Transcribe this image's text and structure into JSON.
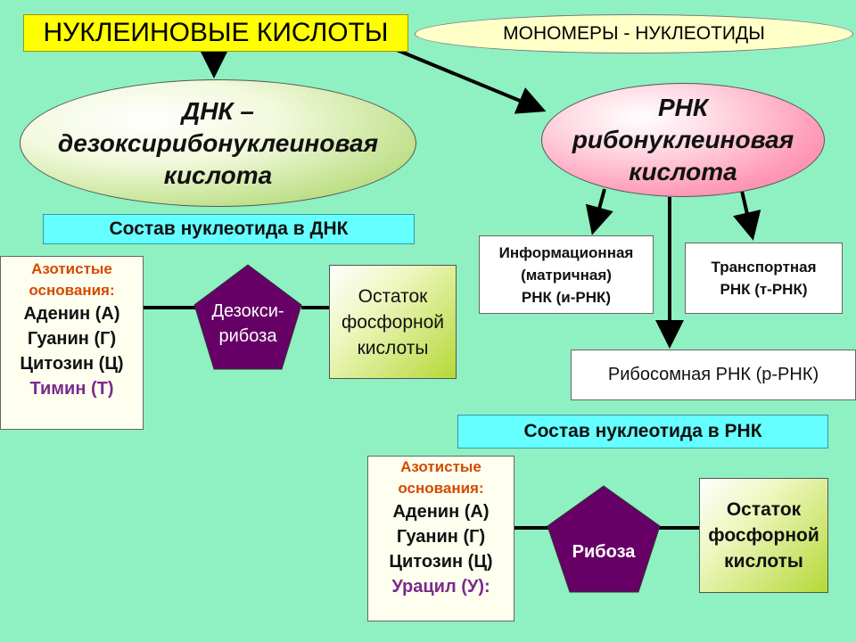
{
  "title": "НУКЛЕИНОВЫЕ КИСЛОТЫ",
  "monomers": "МОНОМЕРЫ - НУКЛЕОТИДЫ",
  "dna": {
    "line1": "ДНК –",
    "line2": "дезоксирибонуклеиновая",
    "line3": "кислота"
  },
  "rna": {
    "line1": "РНК",
    "line2": "рибонуклеиновая",
    "line3": "кислота"
  },
  "rna_types": {
    "informational": [
      "Информационная",
      "(матричная)",
      "РНК (и-РНК)"
    ],
    "transport": [
      "Транспортная",
      "РНК (т-РНК)"
    ],
    "ribosomal": "Рибосомная РНК (р-РНК)"
  },
  "dna_composition": {
    "title": "Состав нуклеотида в ДНК",
    "bases_header": [
      "Азотистые",
      "основания:"
    ],
    "bases": [
      "Аденин (А)",
      "Гуанин (Г)",
      "Цитозин (Ц)"
    ],
    "special_base": "Тимин (Т)",
    "sugar": [
      "Дезокси-",
      "рибоза"
    ],
    "phosphate": [
      "Остаток",
      "фосфорной",
      "кислоты"
    ]
  },
  "rna_composition": {
    "title": "Состав нуклеотида в РНК",
    "bases_header": [
      "Азотистые",
      "основания:"
    ],
    "bases": [
      "Аденин (А)",
      "Гуанин (Г)",
      "Цитозин (Ц)"
    ],
    "special_base": "Урацил (У):",
    "sugar": "Рибоза",
    "phosphate": [
      "Остаток",
      "фосфорной",
      "кислоты"
    ]
  },
  "colors": {
    "background": "#8ff0c2",
    "title_fill": "#ffff00",
    "banner_fill": "#66ffff",
    "pentagon_fill": "#660066",
    "base_header": "#d44a00",
    "special_base": "#7a2a8c"
  }
}
